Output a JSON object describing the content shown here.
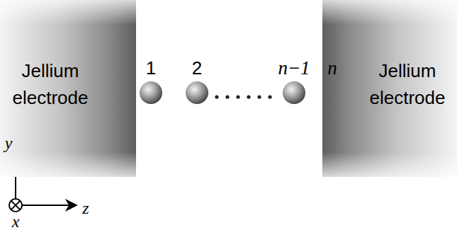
{
  "diagram": {
    "nodes": [
      {
        "text": [
          "Jellium electrode"
        ]
      },
      {
        "text": [
          "Jellium electrode"
        ]
      }
    ],
    "labels": [
      "1",
      "2",
      "n−1",
      "n",
      "y",
      "z",
      "x"
    ]
  }
}
